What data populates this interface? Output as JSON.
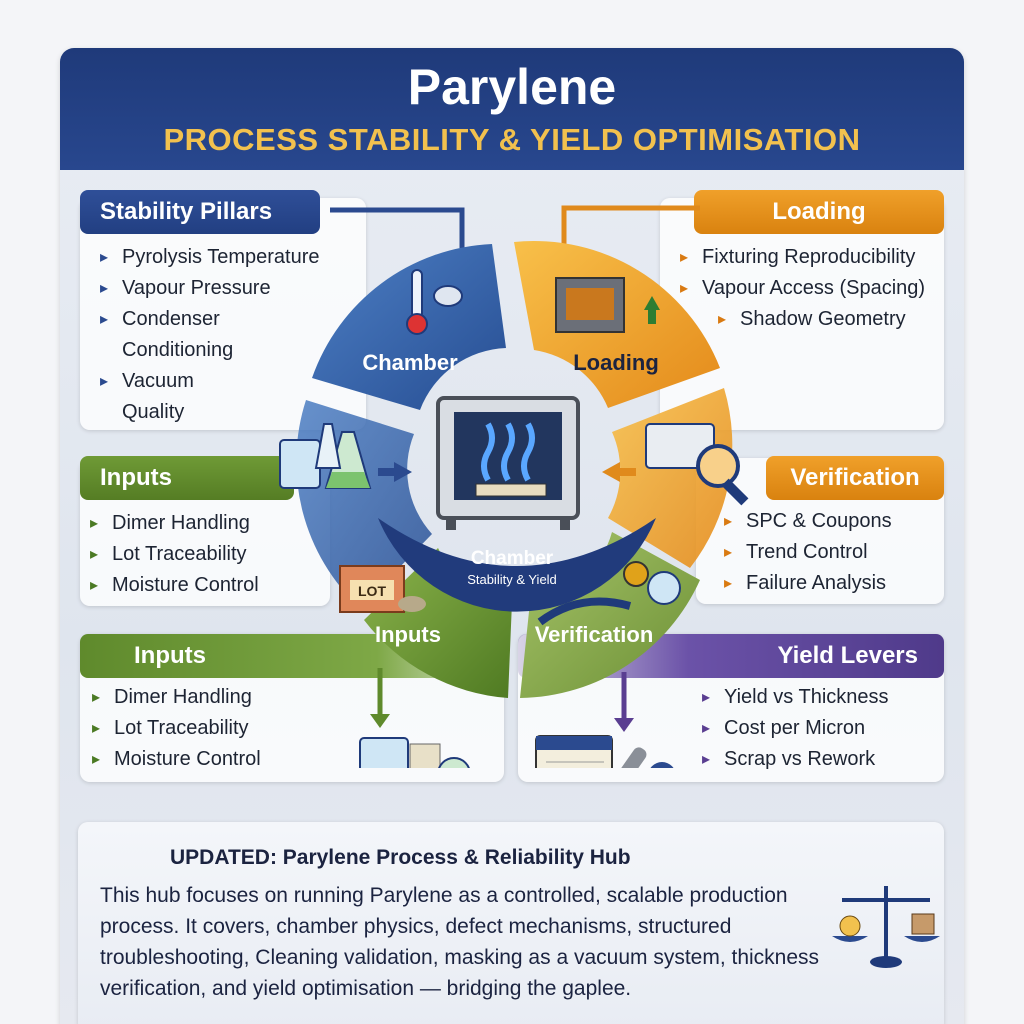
{
  "header": {
    "title": "Parylene",
    "subtitle": "PROCESS STABILITY & YIELD OPTIMISATION"
  },
  "stability_pillars": {
    "heading": "Stability Pillars",
    "items": [
      "Pyrolysis Temperature",
      "Vapour Pressure",
      "Condenser",
      "Conditioning",
      "Vacuum",
      "Quality"
    ]
  },
  "loading_card": {
    "heading": "Loading",
    "items": [
      "Fixturing Reproducibility",
      "Vapour Access (Spacing)",
      "Shadow Geometry"
    ]
  },
  "inputs_card_top": {
    "heading": "Inputs",
    "items": [
      "Dimer Handling",
      "Lot Traceability",
      "Moisture Control"
    ]
  },
  "verification_card": {
    "heading": "Verification",
    "items": [
      "SPC & Coupons",
      "Trend Control",
      "Failure Analysis"
    ]
  },
  "inputs_card_bottom": {
    "heading": "Inputs",
    "items": [
      "Dimer Handling",
      "Lot Traceability",
      "Moisture Control"
    ]
  },
  "yield_levers": {
    "heading": "Yield Levers",
    "items": [
      "Yield vs Thickness",
      "Cost per Micron",
      "Scrap vs Rework"
    ]
  },
  "wheel": {
    "chamber": "Chamber",
    "loading": "Loading",
    "inputs": "Inputs",
    "verification": "Verification",
    "center_title": "Chamber",
    "center_sub": "Stability & Yield",
    "lot_label": "LOT"
  },
  "hub": {
    "title": "UPDATED: Parylene Process & Reliability Hub",
    "text": "This hub focuses on running Parylene as a controlled, scalable production process. It covers, chamber physics, defect mechanisms, structured troubleshooting, Cleaning validation, masking as a vacuum system, thickness verification, and yield optimisation — bridging the gaplee."
  },
  "colors": {
    "blue": "#2b4a8f",
    "orange": "#e08a1c",
    "green": "#5f8a2c",
    "purple": "#5a3e91",
    "gold": "#f2c14e"
  },
  "icons": [
    "thermometer-icon",
    "crate-icon",
    "flask-icon",
    "magnifier-icon",
    "chamber-icon",
    "lot-box-icon",
    "calendar-icon",
    "wrench-icon",
    "scale-icon"
  ]
}
